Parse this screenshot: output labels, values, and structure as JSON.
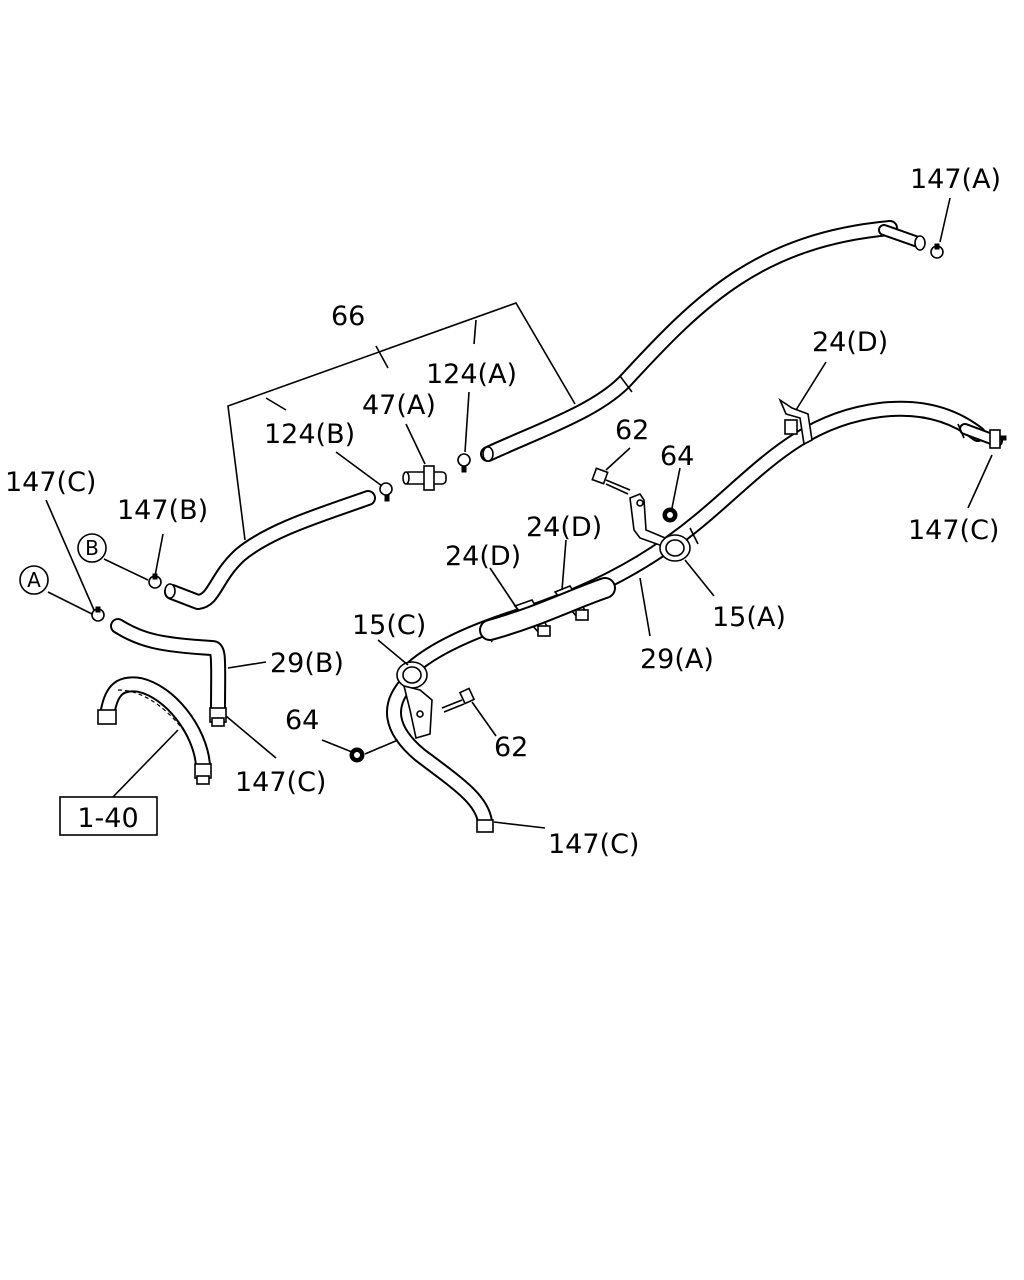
{
  "labels": {
    "l_147a_top": "147(A)",
    "l_66": "66",
    "l_124a": "124(A)",
    "l_47a": "47(A)",
    "l_124b": "124(B)",
    "l_24d_top": "24(D)",
    "l_62_top": "62",
    "l_64_top": "64",
    "l_147c_right": "147(C)",
    "l_147c_left": "147(C)",
    "l_147b": "147(B)",
    "l_24d_mid2": "24(D)",
    "l_24d_mid1": "24(D)",
    "l_15c": "15(C)",
    "l_15a": "15(A)",
    "l_29a": "29(A)",
    "l_29b": "29(B)",
    "l_64_bottom": "64",
    "l_62_bottom": "62",
    "l_147c_mid": "147(C)",
    "l_147c_bottom": "147(C)"
  },
  "markers": {
    "a": "A",
    "b": "B"
  },
  "reference": {
    "label": "1-40"
  }
}
